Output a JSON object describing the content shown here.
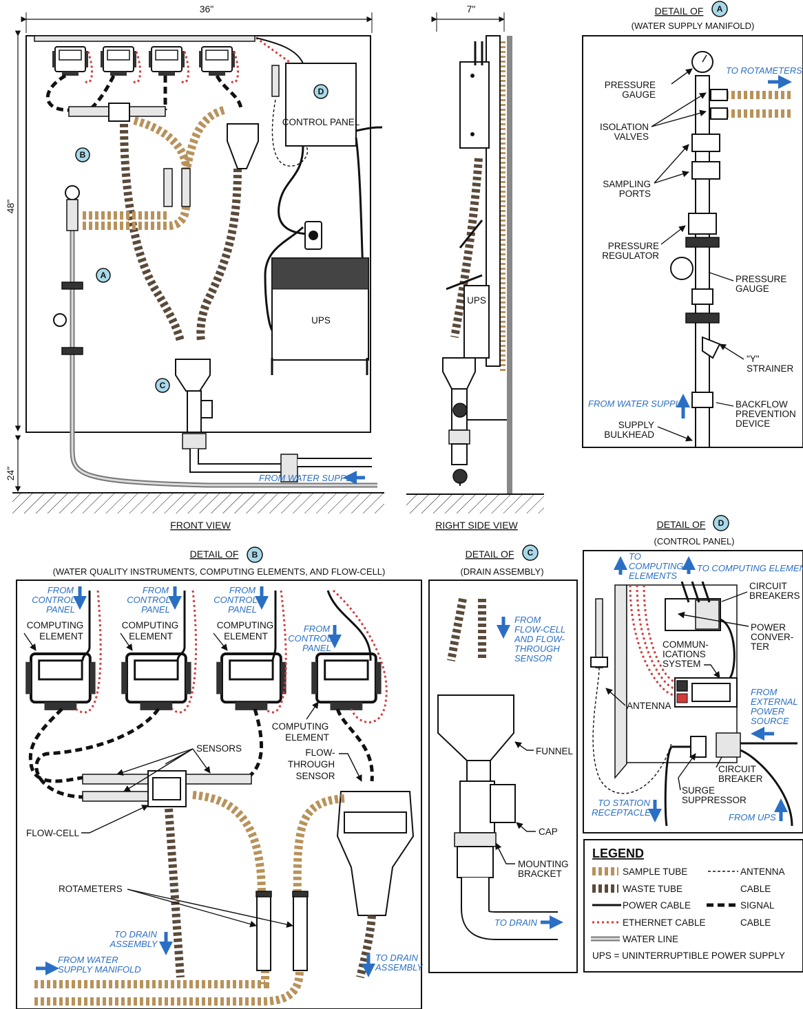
{
  "front_view": {
    "title": "FRONT VIEW",
    "width_dim": "36\"",
    "height_dim": "48\"",
    "base_dim": "24\"",
    "control_panel": "CONTROL PANEL",
    "ups": "UPS",
    "from_water_supply": "FROM WATER SUPPLY",
    "badges": [
      "A",
      "B",
      "C",
      "D"
    ]
  },
  "side_view": {
    "title": "RIGHT SIDE VIEW",
    "depth_dim": "7\"",
    "ups": "UPS"
  },
  "detail_a": {
    "title": "DETAIL OF",
    "badge": "A",
    "subtitle": "(WATER SUPPLY MANIFOLD)",
    "to_rotameters": "TO ROTAMETERS",
    "pressure_gauge_top": [
      "PRESSURE",
      "GAUGE"
    ],
    "isolation_valves": [
      "ISOLATION",
      "VALVES"
    ],
    "sampling_ports": [
      "SAMPLING",
      "PORTS"
    ],
    "pressure_regulator": [
      "PRESSURE",
      "REGULATOR"
    ],
    "pressure_gauge_mid": [
      "PRESSURE",
      "GAUGE"
    ],
    "y_strainer": [
      "\"Y\"",
      "STRAINER"
    ],
    "from_water_supply": "FROM WATER SUPPLY",
    "backflow": [
      "BACKFLOW",
      "PREVENTION",
      "DEVICE"
    ],
    "supply_bulkhead": [
      "SUPPLY",
      "BULKHEAD"
    ]
  },
  "detail_b": {
    "title": "DETAIL OF",
    "badge": "B",
    "subtitle": "(WATER QUALITY INSTRUMENTS, COMPUTING ELEMENTS, AND FLOW-CELL)",
    "from_control_panel": [
      "FROM",
      "CONTROL",
      "PANEL"
    ],
    "computing_element": [
      "COMPUTING",
      "ELEMENT"
    ],
    "sensors": "SENSORS",
    "flow_through_sensor": [
      "FLOW-",
      "THROUGH",
      "SENSOR"
    ],
    "flow_cell": "FLOW-CELL",
    "rotameters": "ROTAMETERS",
    "to_drain_assembly": [
      "TO DRAIN",
      "ASSEMBLY"
    ],
    "from_water_supply_manifold": [
      "FROM WATER",
      "SUPPLY MANIFOLD"
    ]
  },
  "detail_c": {
    "title": "DETAIL OF",
    "badge": "C",
    "subtitle": "(DRAIN ASSEMBLY)",
    "from_flow_cell": [
      "FROM",
      "FLOW-CELL",
      "AND FLOW-",
      "THROUGH",
      "SENSOR"
    ],
    "funnel": "FUNNEL",
    "cap": "CAP",
    "mounting_bracket": [
      "MOUNTING",
      "BRACKET"
    ],
    "to_drain": "TO DRAIN"
  },
  "detail_d": {
    "title": "DETAIL OF",
    "badge": "D",
    "subtitle": "(CONTROL PANEL)",
    "to_computing_elements_left": [
      "TO",
      "COMPUTING",
      "ELEMENTS"
    ],
    "to_computing_elements_right": "TO COMPUTING ELEMENTS",
    "circuit_breakers": [
      "CIRCUIT",
      "BREAKERS"
    ],
    "power_converter": [
      "POWER",
      "CONVER-",
      "TER"
    ],
    "communications": [
      "COMMUN-",
      "ICATIONS",
      "SYSTEM"
    ],
    "antenna": "ANTENNA",
    "from_external_power": [
      "FROM",
      "EXTERNAL",
      "POWER",
      "SOURCE"
    ],
    "circuit_breaker": [
      "CIRCUIT",
      "BREAKER"
    ],
    "surge_suppressor": [
      "SURGE",
      "SUPPRESSOR"
    ],
    "to_station_receptacle": [
      "TO STATION",
      "RECEPTACLE"
    ],
    "from_ups": "FROM UPS"
  },
  "legend": {
    "title": "LEGEND",
    "sample_tube": "SAMPLE TUBE",
    "waste_tube": "WASTE TUBE",
    "power_cable": "POWER CABLE",
    "ethernet_cable": "ETHERNET CABLE",
    "water_line": "WATER LINE",
    "antenna_cable": [
      "ANTENNA",
      "CABLE"
    ],
    "signal_cable": [
      "SIGNAL",
      "CABLE"
    ],
    "ups_note": "UPS = UNINTERRUPTIBLE POWER SUPPLY"
  },
  "colors": {
    "sample_tube": "#b8925a",
    "waste_tube": "#5a4a3a",
    "ethernet": "#d23b3b",
    "note_blue": "#2a6fc4",
    "badge": "#a9d9e8"
  }
}
